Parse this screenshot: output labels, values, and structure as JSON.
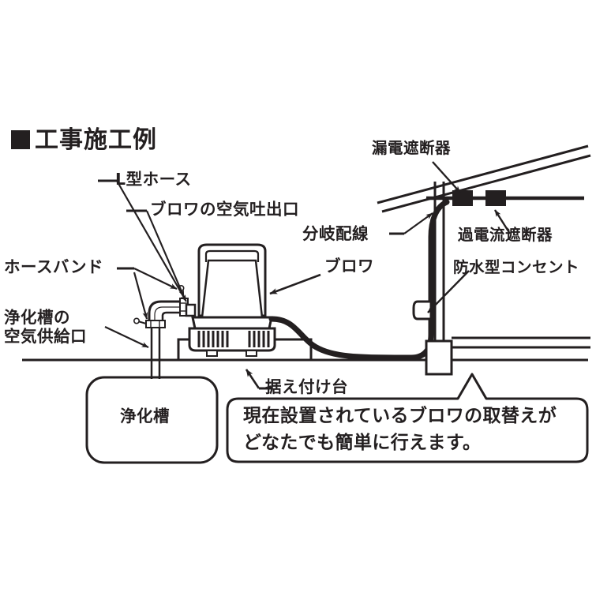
{
  "page": {
    "title": "工事施工例",
    "title_bullet": "black-square-bullet",
    "background_color": "#ffffff",
    "ink_color": "#231f20"
  },
  "labels": {
    "l_hose": "L型ホース",
    "blower_air_outlet": "ブロワの空気吐出口",
    "hose_band": "ホースバンド",
    "septic_air_supply_port": "浄化槽の\n空気供給口",
    "septic_air_supply_port_line1": "浄化槽の",
    "septic_air_supply_port_line2": "空気供給口",
    "branch_wiring": "分岐配線",
    "blower": "ブロワ",
    "earth_leakage_breaker": "漏電遮断器",
    "overcurrent_breaker": "過電流遮断器",
    "waterproof_outlet": "防水型コンセント",
    "mounting_base": "据え付け台",
    "septic_tank": "浄化槽"
  },
  "callout": {
    "line1": "現在設置されているブロワの取替えが",
    "line2": "どなたでも簡単に行えます。",
    "border_color": "#231f20",
    "fill_color": "#ffffff"
  },
  "diagram": {
    "type": "technical-installation-illustration",
    "components": [
      {
        "name": "septic-tank",
        "label": "浄化槽",
        "shape": "rounded-rectangle"
      },
      {
        "name": "blower-unit",
        "label": "ブロワ",
        "shape": "trapezoid-with-handle"
      },
      {
        "name": "mounting-base",
        "label": "据え付け台",
        "shape": "rectangle"
      },
      {
        "name": "l-shaped-hose",
        "label": "L型ホース",
        "shape": "elbow-pipe"
      },
      {
        "name": "hose-bands",
        "label": "ホースバンド",
        "count": 2
      },
      {
        "name": "utility-pole",
        "shape": "vertical-double-line"
      },
      {
        "name": "eave-beam",
        "shape": "diagonal-double-line"
      },
      {
        "name": "earth-leakage-breaker",
        "label": "漏電遮断器",
        "shape": "black-rectangle"
      },
      {
        "name": "overcurrent-breaker",
        "label": "過電流遮断器",
        "shape": "black-rectangle"
      },
      {
        "name": "waterproof-outlet",
        "label": "防水型コンセント",
        "shape": "small-box-on-pole"
      },
      {
        "name": "power-cord",
        "shape": "thick-black-curve"
      },
      {
        "name": "ground-line",
        "shape": "horizontal-line"
      }
    ]
  }
}
